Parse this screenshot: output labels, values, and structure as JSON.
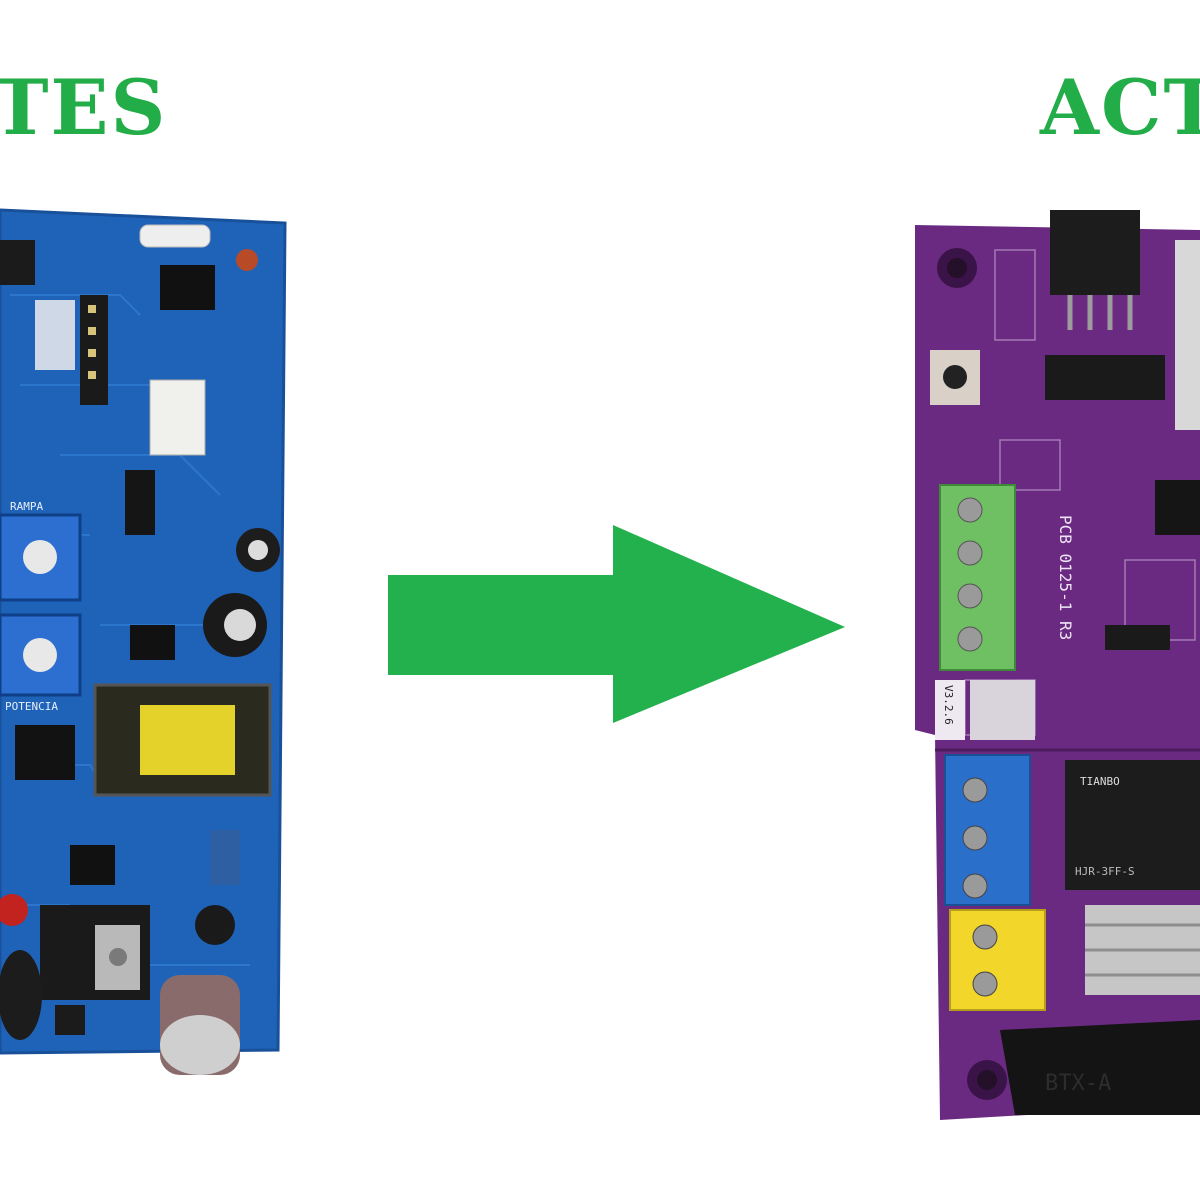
{
  "headings": {
    "left": "TES",
    "right": "ACT"
  },
  "board_left": {
    "silkscreen_rampa": "RAMPA",
    "silkscreen_potencia": "POTENCIA"
  },
  "board_right": {
    "silkscreen_pcb": "PCB  0125-1 R3",
    "silkscreen_version": "V3.2.6",
    "relay_brand": "TIANBO",
    "relay_model": "HJR-3FF-S",
    "connector_text": "BTX-A"
  },
  "colors": {
    "heading": "#22ad48",
    "arrow": "#22b14c",
    "board_left": "#1f63b8",
    "board_right": "#6b2a82",
    "terminal_green": "#6fbf63",
    "terminal_blue": "#2a6fc9",
    "terminal_yellow": "#f2d72a"
  },
  "icons": {
    "arrow": "right-arrow-icon"
  }
}
